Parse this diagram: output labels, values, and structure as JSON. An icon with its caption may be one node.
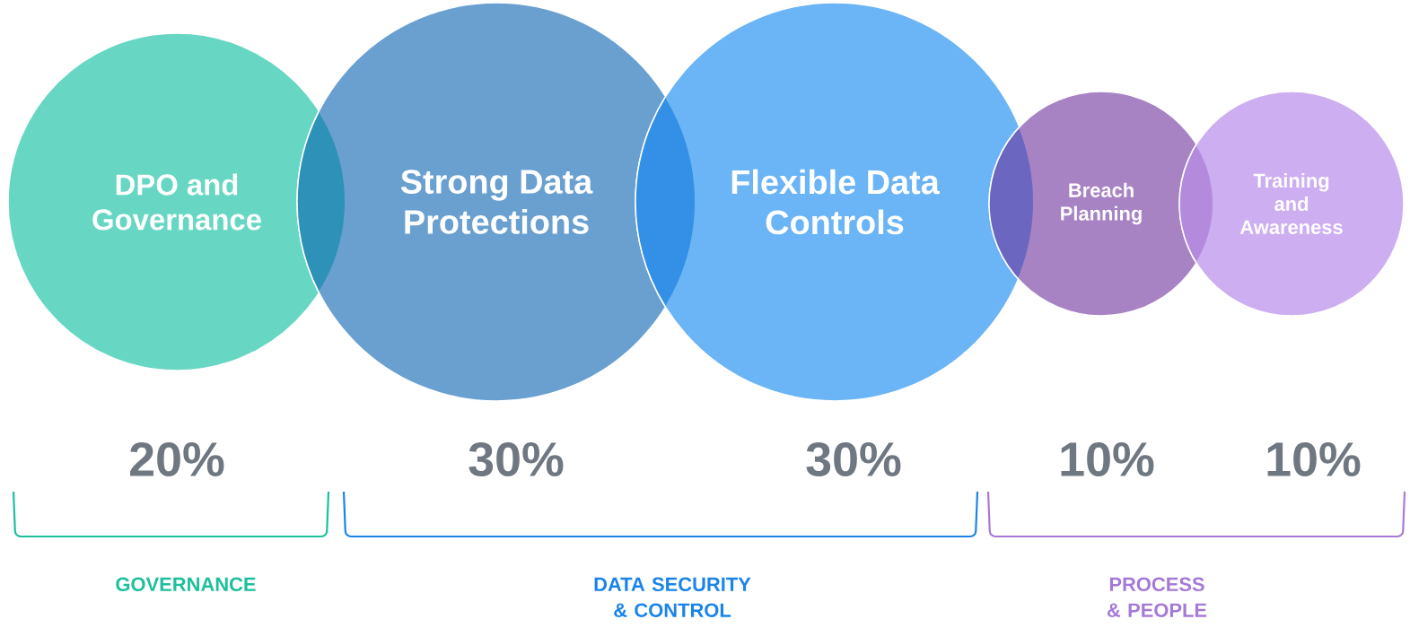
{
  "diagram": {
    "nodes": [
      {
        "text": [
          "DPO and Governance"
        ]
      },
      {
        "text": [
          "Strong Data Protections"
        ]
      },
      {
        "text": [
          "Flexible Data Controls"
        ]
      },
      {
        "text": [
          "Breach Planning"
        ]
      },
      {
        "text": [
          "Training and Awareness"
        ]
      }
    ],
    "labels": [
      "20%",
      "30%",
      "30%",
      "10%",
      "10%",
      "GOVERNANCE",
      "DATA SECURITY & CONTROL",
      "PROCESS & PEOPLE"
    ]
  }
}
